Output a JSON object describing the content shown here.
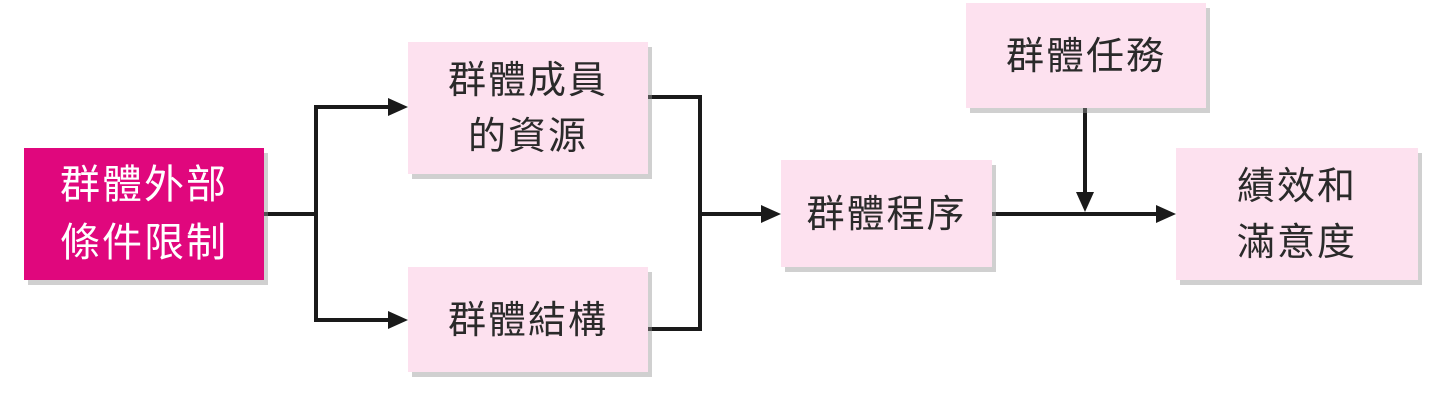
{
  "diagram": {
    "nodes": {
      "external_constraints": "群體外部\n條件限制",
      "member_resources": "群體成員\n的資源",
      "group_structure": "群體結構",
      "group_process": "群體程序",
      "group_task": "群體任務",
      "performance_satisfaction": "績效和\n滿意度"
    }
  },
  "colors": {
    "accent": "#e0077d",
    "node_fill": "#fde1ef",
    "line": "#1a1a1a"
  }
}
